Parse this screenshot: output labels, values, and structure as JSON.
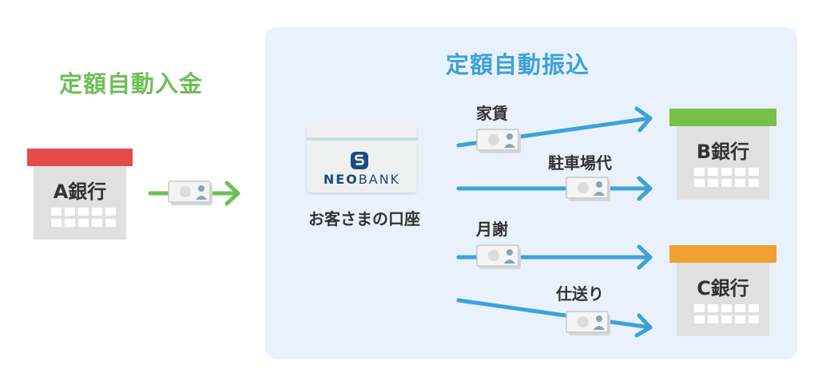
{
  "left_title": "定額自動入金",
  "right_title": "定額自動振込",
  "source_bank": {
    "name": "A銀行"
  },
  "account": {
    "label": "お客さまの口座",
    "card_brand_a": "NEO",
    "card_brand_b": "BANK"
  },
  "transfers": [
    {
      "label": "家賃"
    },
    {
      "label": "駐車場代"
    },
    {
      "label": "月謝"
    },
    {
      "label": "仕送り"
    }
  ],
  "dest_banks": [
    {
      "name": "B銀行"
    },
    {
      "name": "C銀行"
    }
  ],
  "colors": {
    "green": "#6ebf56",
    "blue": "#3ea1d8",
    "red_roof": "#e54a4a",
    "green_roof": "#7abf4a",
    "orange_roof": "#f0a030",
    "panel_bg": "#e9f2fc"
  }
}
